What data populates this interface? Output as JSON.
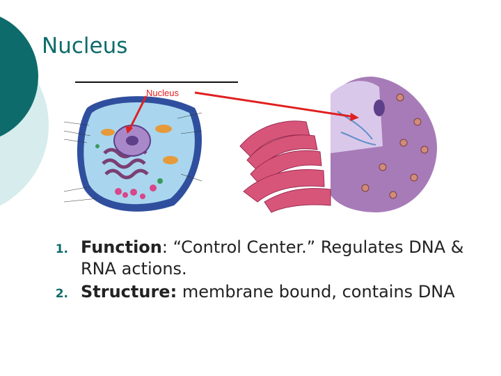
{
  "slide": {
    "title": "Nucleus"
  },
  "figure": {
    "pointer_label": "Nucleus",
    "arrow_color": "#e02020"
  },
  "list": {
    "items": [
      {
        "number": "1.",
        "term": "Function",
        "term_suffix": ": ",
        "text": "“Control Center.” Regulates DNA & RNA actions."
      },
      {
        "number": "2.",
        "term": "Structure:",
        "term_suffix": " ",
        "text": "membrane bound, contains DNA"
      }
    ]
  },
  "colors": {
    "accent": "#0e6b6b",
    "accent_light": "#cfe6e6",
    "arrow": "#e02020"
  }
}
